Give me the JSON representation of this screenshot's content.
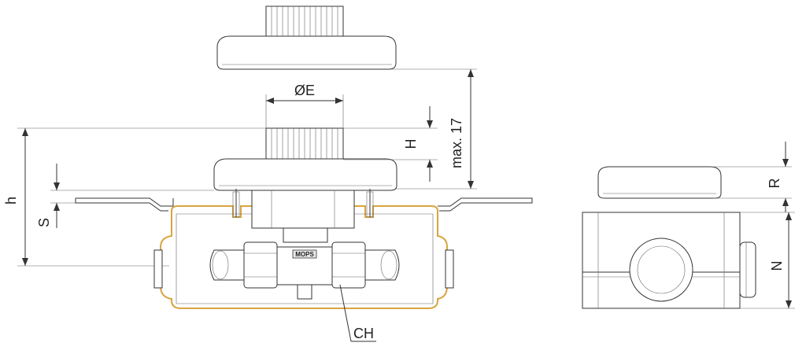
{
  "labels": {
    "diameter_e": "ØE",
    "height_h_upper": "H",
    "height_h_lower": "h",
    "s": "S",
    "max17": "max. 17",
    "ch": "CH",
    "r": "R",
    "n": "N",
    "brand": "MOPS"
  },
  "colors": {
    "line": "#333333",
    "box_outline": "#d9a441",
    "background": "#ffffff"
  }
}
